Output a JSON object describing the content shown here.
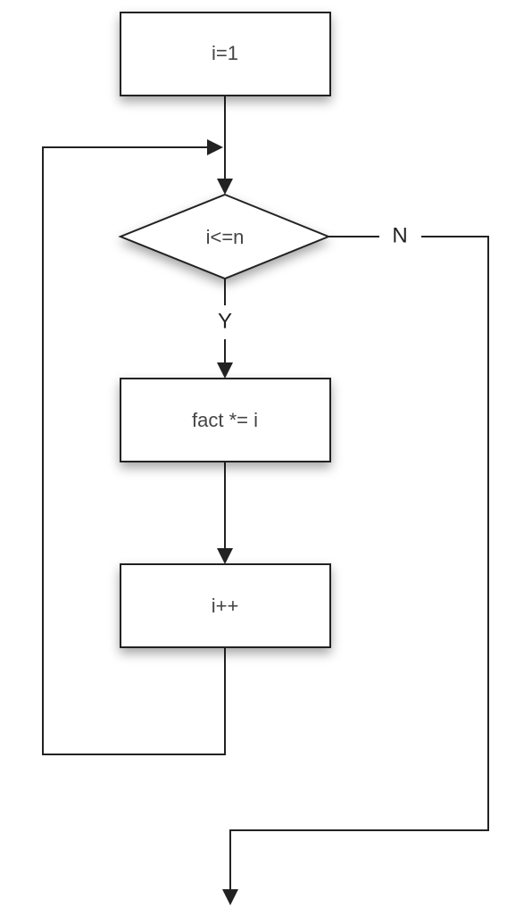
{
  "diagram": {
    "nodes": {
      "init": {
        "label": "i=1",
        "shape": "rectangle"
      },
      "condition": {
        "label": "i<=n",
        "shape": "diamond"
      },
      "multiply": {
        "label": "fact *= i",
        "shape": "rectangle"
      },
      "increment": {
        "label": "i++",
        "shape": "rectangle"
      }
    },
    "edges": {
      "yes_label": "Y",
      "no_label": "N"
    },
    "colors": {
      "stroke": "#222222",
      "node_text": "#444444",
      "background": "#ffffff",
      "shadow": "#000000"
    }
  }
}
